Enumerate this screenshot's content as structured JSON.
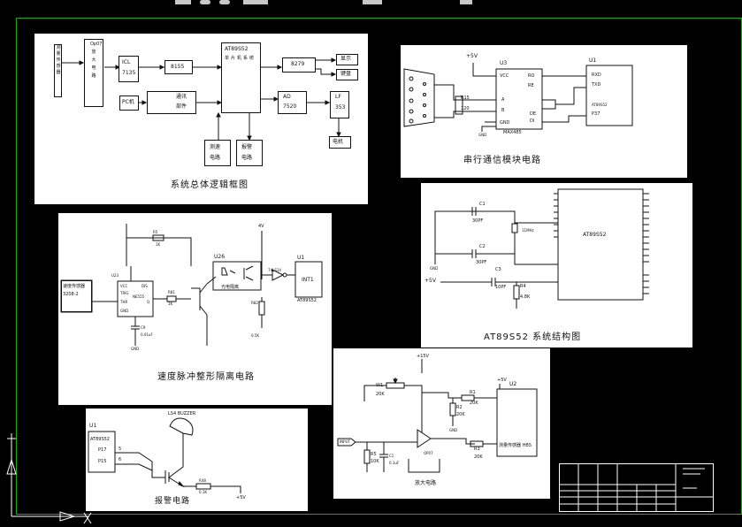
{
  "colors": {
    "background": "#000000",
    "frame": "#1fa51f",
    "panel": "#ffffff",
    "ink": "#111111"
  },
  "overall": {
    "caption": "系统总体逻辑框图",
    "blocks": {
      "sensor": "测量传感器",
      "op07": "Op07放大电路",
      "icl_a": "ICL",
      "icl_b": "7135",
      "b8155": "8155",
      "at89_a": "AT89S52",
      "at89_b": "单片机系统",
      "b8279": "8279",
      "display": "显示",
      "keyboard": "键盘",
      "pc": "PC机",
      "comm_a": "通讯",
      "comm_b": "部件",
      "ad_a": "AD",
      "ad_b": "7520",
      "lf_a": "LF",
      "lf_b": "353",
      "motor": "电机",
      "speed_a": "测速",
      "speed_b": "电路",
      "alarm_a": "报警",
      "alarm_b": "电路"
    }
  },
  "serial": {
    "caption": "串行通信模块电路",
    "vcc": "+5V",
    "u3": "U3",
    "u1": "U1",
    "max": "MAX485",
    "pins_left": [
      "VCC",
      "A",
      "B",
      "GND"
    ],
    "pins_right": [
      "RO",
      "RE",
      "DE",
      "DI"
    ],
    "at_pins": [
      "RXD",
      "TXD",
      "AT89S52",
      "P37"
    ],
    "r": "R15",
    "rv": "120",
    "gnd": "GND"
  },
  "system": {
    "caption": "AT89S52 系统结构图",
    "chip": "AT89S52",
    "c1": "C1",
    "c1v": "30PF",
    "c2": "C2",
    "c2v": "30PF",
    "c3": "C3",
    "c3v": "10PF",
    "xtal": "11MHz",
    "r4": "R4",
    "r4v": "4.8K",
    "vcc": "+5V",
    "gnd": "GND"
  },
  "speed": {
    "caption": "速度脉冲整形隔离电路",
    "sensor": "速度传感器3208-2",
    "ne555": "NE555",
    "u23": "U23",
    "u26": "U26",
    "u1": "U1",
    "opto": "光电隔离",
    "int1": "INT1",
    "chip": "AT89S52",
    "inv": "74LS14",
    "r_top": "R5",
    "r_topv": "1K",
    "r81": "R81",
    "r81v": "1K",
    "r82": "R82",
    "r82v": "0.5K",
    "c9": "C9",
    "c9v": "0.01uF",
    "vcc": "4V",
    "pins": [
      "VCC",
      "TRIG",
      "THR",
      "GND",
      "DIS",
      "Q"
    ],
    "gnd": "GND"
  },
  "amp": {
    "caption": "放大电路",
    "vcc": "+15V",
    "vcc2": "+5V",
    "w1": "W1",
    "w1v": "20K",
    "r1": "R1",
    "r1v": "20K",
    "r2": "R2",
    "r2v": "20K",
    "r3": "R3",
    "r3v": "20K",
    "r5": "R5",
    "r5v": "10K",
    "c1": "C1",
    "c1v": "0.1uF",
    "u2": "U2",
    "sensor": "测量传感器 HBS",
    "input": "INPUT",
    "opamp": "OP07",
    "gnd": "GND"
  },
  "alarm": {
    "caption": "报警电路",
    "u1": "U1",
    "chip": "AT89S52",
    "p17": "P17",
    "p15": "P15",
    "n5": "5",
    "n6": "6",
    "buzzer": "LS4 BUZZER",
    "r": "R48",
    "rv": "0.1K",
    "vcc": "+5V"
  }
}
